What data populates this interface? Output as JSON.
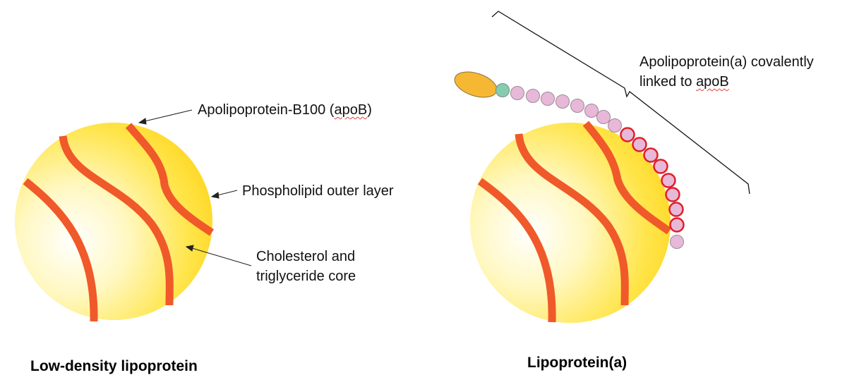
{
  "left": {
    "caption": "Low-density lipoprotein",
    "labels": {
      "apob_pre": "Apolipoprotein-B100 (",
      "apob_mid": "apoB",
      "apob_post": ")",
      "phospholipid": "Phospholipid outer layer",
      "core_line1": "Cholesterol and",
      "core_line2": "triglyceride core"
    }
  },
  "right": {
    "caption": "Lipoprotein(a)",
    "labels": {
      "apoa_line1": "Apolipoprotein(a) covalently",
      "apoa_line2_pre": "linked to ",
      "apoa_line2_mid": "apoB"
    }
  },
  "colors": {
    "sphere_light": "#fffdf0",
    "sphere_mid": "#fff07a",
    "sphere_dark": "#ffd21a",
    "apob_band": "#f0592a",
    "kringle_fill": "#e8b8d8",
    "kringle_stroke": "#9a8a95",
    "kringle_red_stroke": "#e0202a",
    "protease_domain": "#f6b833",
    "green_kringle": "#86cdb0"
  }
}
